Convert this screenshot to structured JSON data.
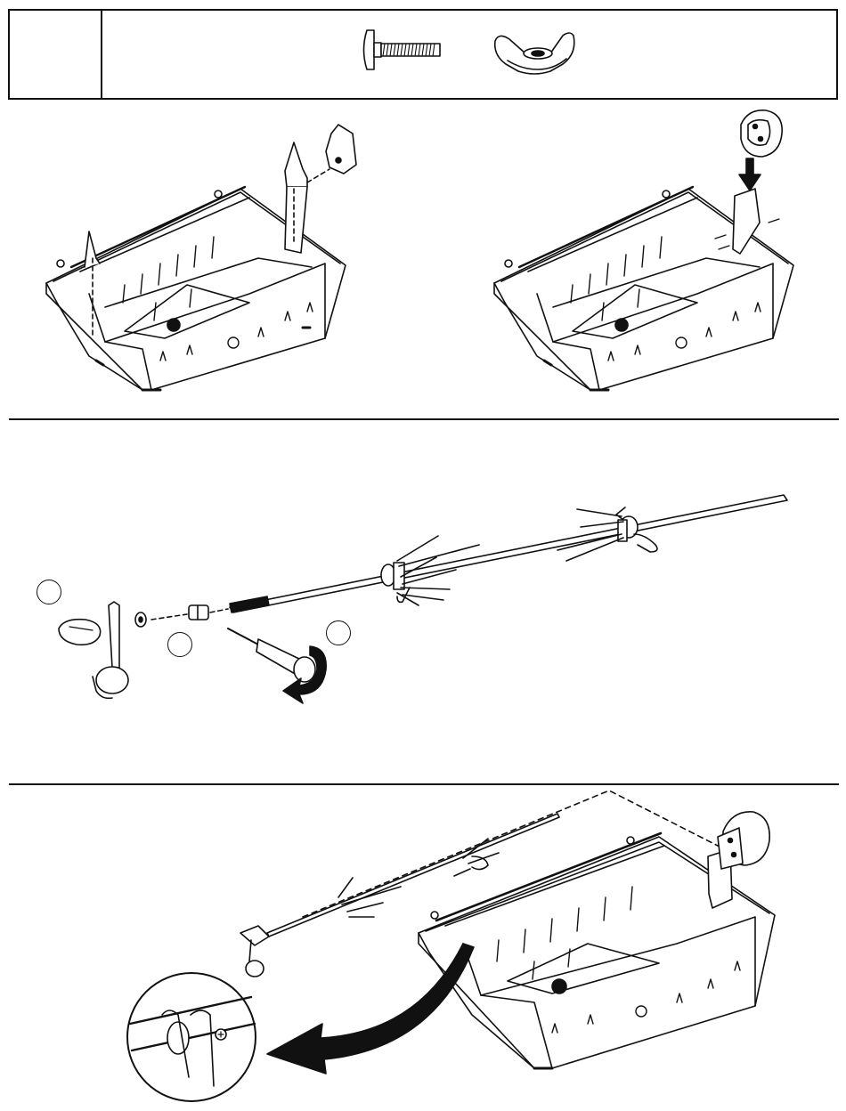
{
  "colors": {
    "line": "#111111",
    "background": "#ffffff",
    "arrow_fill": "#111111"
  },
  "parts_box": {
    "items": [
      {
        "name": "screw",
        "icon": "screw-icon"
      },
      {
        "name": "wing-nut",
        "icon": "wing-nut-icon"
      }
    ]
  },
  "steps": [
    {
      "name": "attach-motor-bracket",
      "icons": [
        "firebox-icon",
        "motor-bracket-icon",
        "bracket-plate-icon"
      ]
    },
    {
      "name": "mount-motor",
      "icons": [
        "firebox-icon",
        "rotisserie-motor-icon",
        "down-arrow-icon",
        "screw-icon"
      ]
    },
    {
      "name": "assemble-spit",
      "icons": [
        "spit-rod-icon",
        "meat-fork-icon",
        "handle-icon",
        "washer-icon",
        "bushing-icon",
        "screwdriver-icon",
        "rotation-arrow-icon"
      ],
      "callouts": 3
    },
    {
      "name": "install-spit",
      "icons": [
        "firebox-icon",
        "spit-rod-icon",
        "rotisserie-motor-icon",
        "detail-magnifier-icon",
        "curved-arrow-icon"
      ]
    }
  ]
}
